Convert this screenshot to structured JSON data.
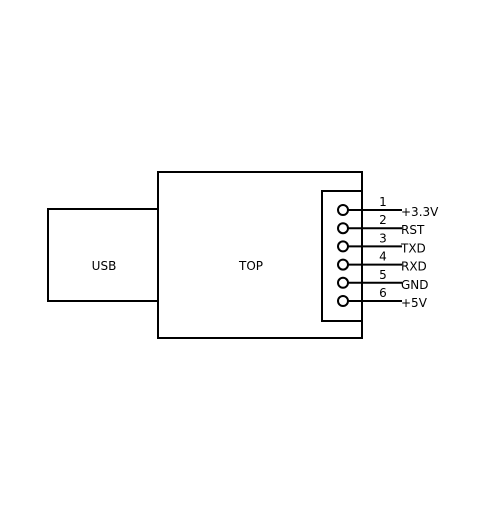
{
  "diagram": {
    "usb_label": "USB",
    "board_label": "TOP",
    "pins": [
      {
        "number": "1",
        "name": "+3.3V"
      },
      {
        "number": "2",
        "name": "RST"
      },
      {
        "number": "3",
        "name": "TXD"
      },
      {
        "number": "4",
        "name": "RXD"
      },
      {
        "number": "5",
        "name": "GND"
      },
      {
        "number": "6",
        "name": "+5V"
      }
    ]
  }
}
